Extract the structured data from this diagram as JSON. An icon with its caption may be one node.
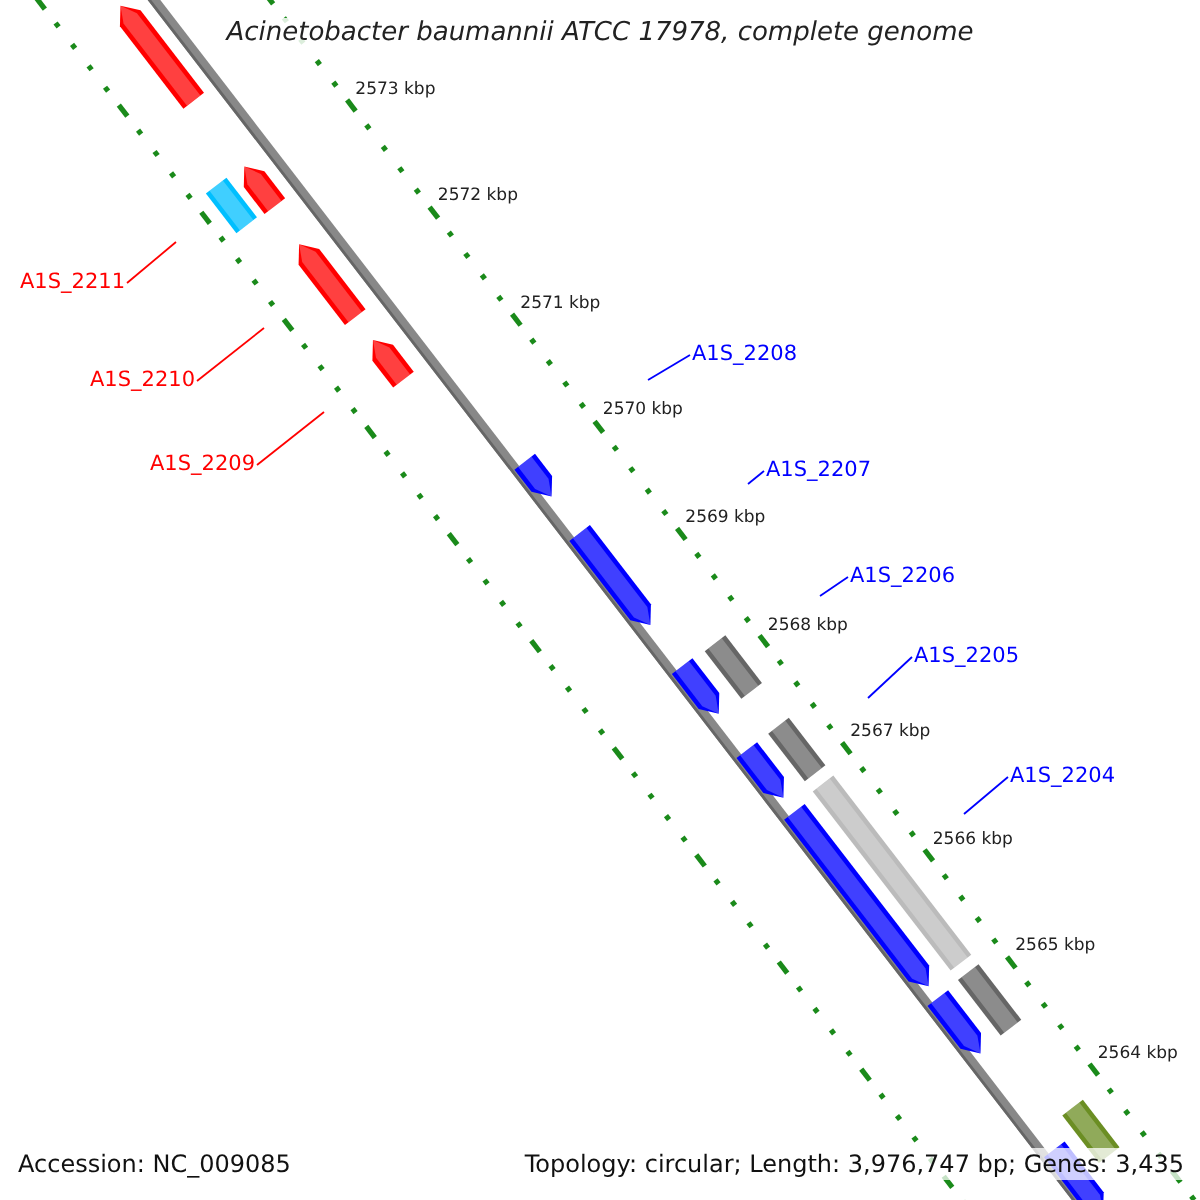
{
  "diagram": {
    "title": "Acinetobacter baumannii ATCC 17978, complete genome",
    "nodes": [
      {
        "text": [
          "A1S_2211"
        ]
      },
      {
        "text": [
          "A1S_2210"
        ]
      },
      {
        "text": [
          "A1S_2209"
        ]
      },
      {
        "text": [
          "A1S_2208"
        ]
      },
      {
        "text": [
          "A1S_2207"
        ]
      },
      {
        "text": [
          "A1S_2206"
        ]
      },
      {
        "text": [
          "A1S_2205"
        ]
      },
      {
        "text": [
          "A1S_2204"
        ]
      }
    ],
    "edges": [
      {
        "from": 0,
        "to": null,
        "arrow": "none",
        "color": "#ff0000"
      },
      {
        "from": 1,
        "to": null,
        "arrow": "none",
        "color": "#ff0000"
      },
      {
        "from": 2,
        "to": null,
        "arrow": "none",
        "color": "#ff0000"
      },
      {
        "from": 3,
        "to": null,
        "arrow": "none"
      },
      {
        "from": 4,
        "to": null,
        "arrow": "none"
      },
      {
        "from": 5,
        "to": null,
        "arrow": "none"
      },
      {
        "from": 6,
        "to": null,
        "arrow": "none"
      },
      {
        "from": 7,
        "to": null,
        "arrow": "none"
      }
    ],
    "labels": [
      "2573 kbp",
      "2572 kbp",
      "2571 kbp",
      "2570 kbp",
      "2569 kbp",
      "2568 kbp",
      "2567 kbp",
      "2566 kbp",
      "2565 kbp",
      "2564 kbp",
      "Accession: NC_009085",
      "Topology: circular; Length: 3,976,747 bp; Genes: 3,435"
    ]
  }
}
